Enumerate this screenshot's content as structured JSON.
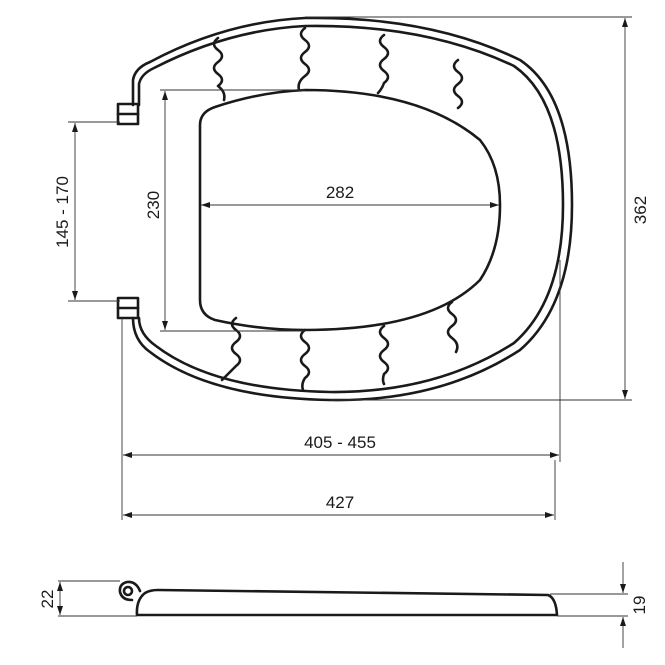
{
  "drawing": {
    "colors": {
      "line": "#1a1a1a",
      "background": "#ffffff"
    },
    "dimensions": {
      "hinge_spacing": "145 - 170",
      "inner_length": "230",
      "inner_width": "282",
      "total_length": "362",
      "fixing_range": "405 - 455",
      "overall_width": "427",
      "hinge_height": "22",
      "seat_thickness": "19"
    }
  }
}
